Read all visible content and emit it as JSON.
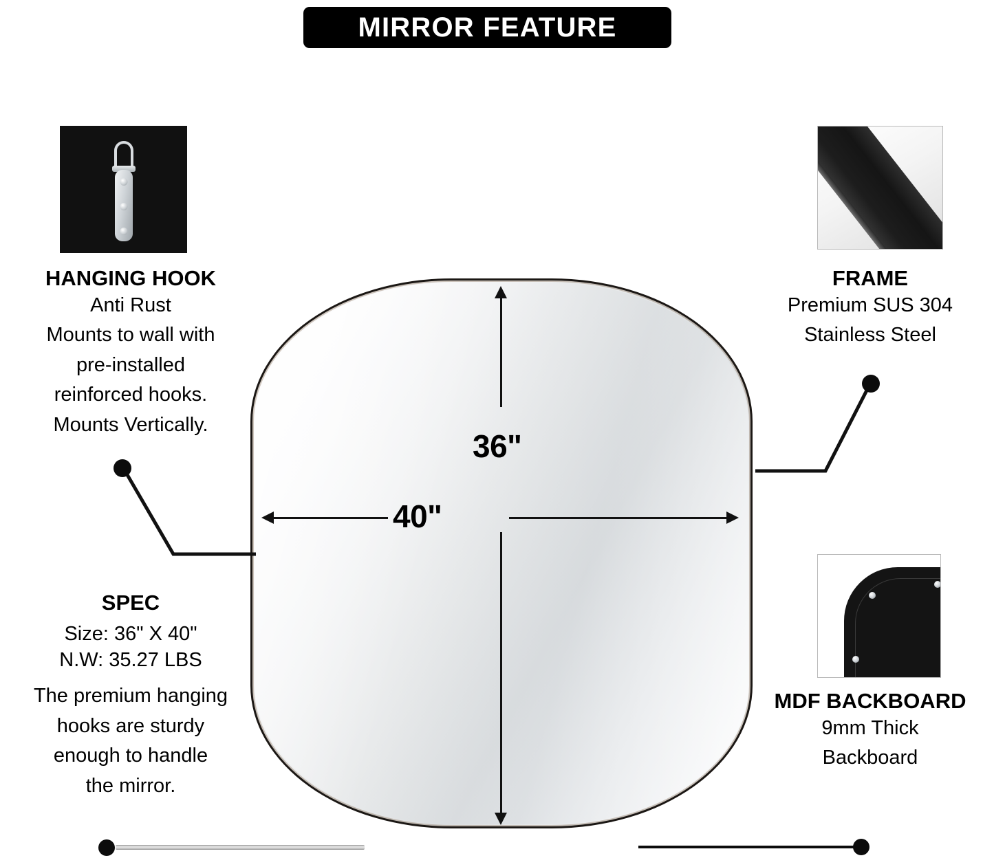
{
  "title": {
    "text": "MIRROR FEATURE",
    "background_color": "#000000",
    "text_color": "#ffffff"
  },
  "features": {
    "hanging_hook": {
      "photo_alt": "hanging-hook-photo",
      "heading": "HANGING HOOK",
      "lines": [
        "Anti Rust",
        "Mounts to wall with",
        "pre-installed",
        "reinforced hooks.",
        "Mounts Vertically."
      ]
    },
    "frame": {
      "photo_alt": "frame-photo",
      "heading": "FRAME",
      "lines": [
        "Premium SUS 304",
        "Stainless Steel"
      ]
    },
    "spec": {
      "heading": "SPEC",
      "size_line": "Size:  36\" X 40\"",
      "weight_line": "N.W:  35.27 LBS",
      "description_lines": [
        "The premium hanging",
        "hooks are sturdy",
        "enough to handle",
        "the mirror."
      ]
    },
    "mdf_backboard": {
      "photo_alt": "mdf-backboard-photo",
      "heading": "MDF BACKBOARD",
      "lines": [
        "9mm Thick",
        "Backboard"
      ]
    }
  },
  "mirror": {
    "width_label": "40\"",
    "height_label": "36\"",
    "frame_color": "#1b1714",
    "glass_color": "#e7e9ea"
  }
}
